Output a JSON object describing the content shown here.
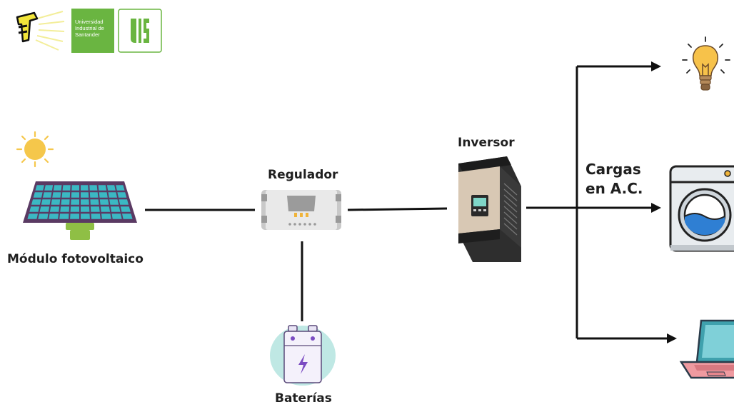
{
  "logos": {
    "uis_text_line1": "Universidad",
    "uis_text_line2": "Industrial de",
    "uis_text_line3": "Santander"
  },
  "nodes": {
    "panel_label": "Módulo fotovoltaico",
    "regulator_label": "Regulador",
    "battery_label": "Baterías",
    "inverter_label": "Inversor",
    "loads_label_line1": "Cargas",
    "loads_label_line2": "en A.C."
  },
  "icons": {
    "sun": "sun-icon",
    "panel": "solar-panel-icon",
    "regulator": "charge-controller-icon",
    "battery": "battery-icon",
    "inverter": "inverter-icon",
    "bulb": "light-bulb-icon",
    "washer": "washing-machine-icon",
    "laptop": "laptop-icon"
  },
  "colors": {
    "line": "#111111",
    "panel_cell": "#3bb8c3",
    "panel_frame": "#5a3a63",
    "sun": "#f5c74b",
    "uis_green": "#6ab541",
    "battery_bg": "#bfe8e4",
    "bolt": "#7b4cc2"
  }
}
